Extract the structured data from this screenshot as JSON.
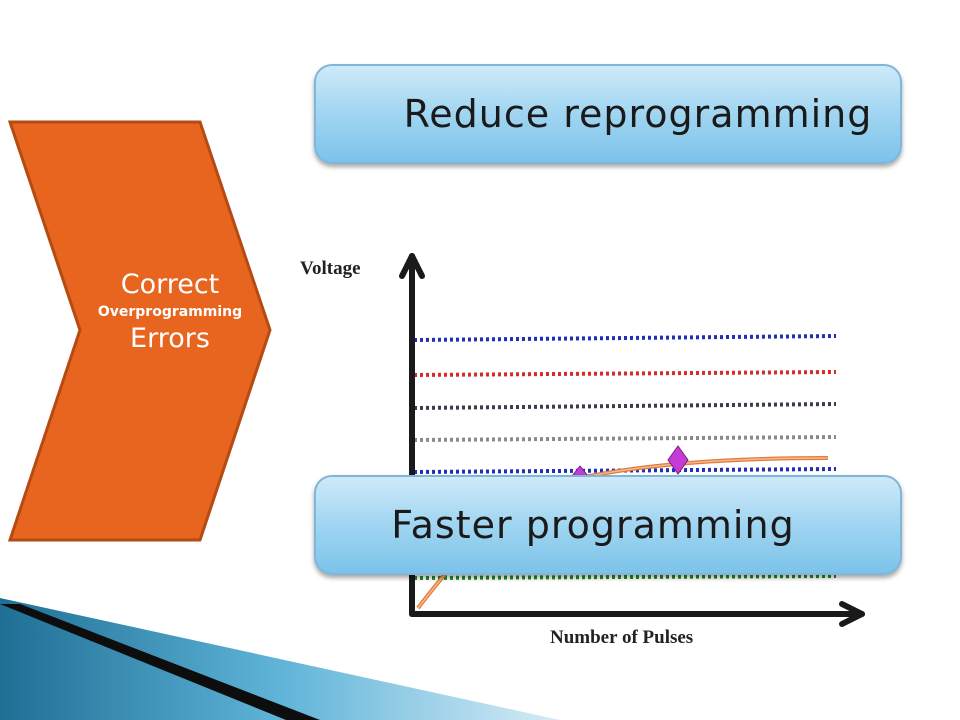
{
  "chevron": {
    "line1": "Correct",
    "line2": "Overprogramming",
    "line3": "Errors",
    "fill": "#e8651f"
  },
  "boxes": {
    "top_label": "Reduce reprogramming",
    "bottom_label": "Faster programming"
  },
  "axes": {
    "y_label": "Voltage",
    "x_label": "Number of Pulses"
  },
  "levels": [
    {
      "color": "#1f2fb8"
    },
    {
      "color": "#d82a2a"
    },
    {
      "color": "#3a3d4a"
    },
    {
      "color": "#8a8a8a"
    },
    {
      "color": "#1f2fb8"
    },
    {
      "color": "#1f8a1f"
    }
  ],
  "markers": {
    "color": "#c53bd6"
  },
  "curve": {
    "color": "#e07b3a"
  }
}
